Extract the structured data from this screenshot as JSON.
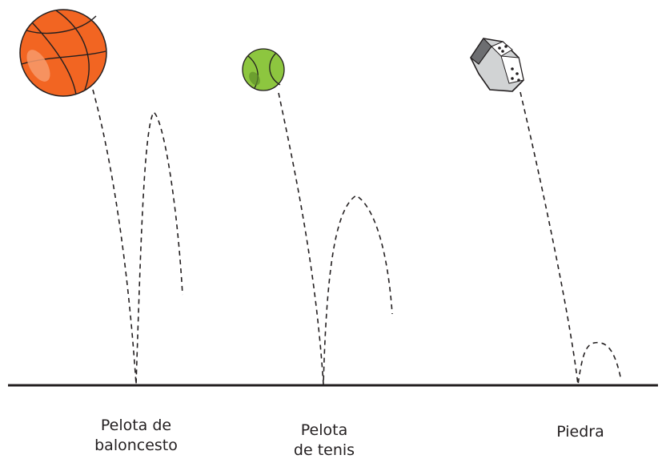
{
  "colors": {
    "ground": "#231f20",
    "path": "#231f20",
    "basketball": "#f26522",
    "tennis_ball": "#8dc63f",
    "stone": "#d1d3d4"
  },
  "balls": [
    {
      "id": "basketball",
      "icon": "basketball-icon",
      "label_lines": [
        "Pelota de",
        "baloncesto"
      ]
    },
    {
      "id": "tennis",
      "icon": "tennis-ball-icon",
      "label_lines": [
        "Pelota",
        "de tenis"
      ]
    },
    {
      "id": "stone",
      "icon": "stone-icon",
      "label_lines": [
        "Piedra"
      ]
    }
  ]
}
